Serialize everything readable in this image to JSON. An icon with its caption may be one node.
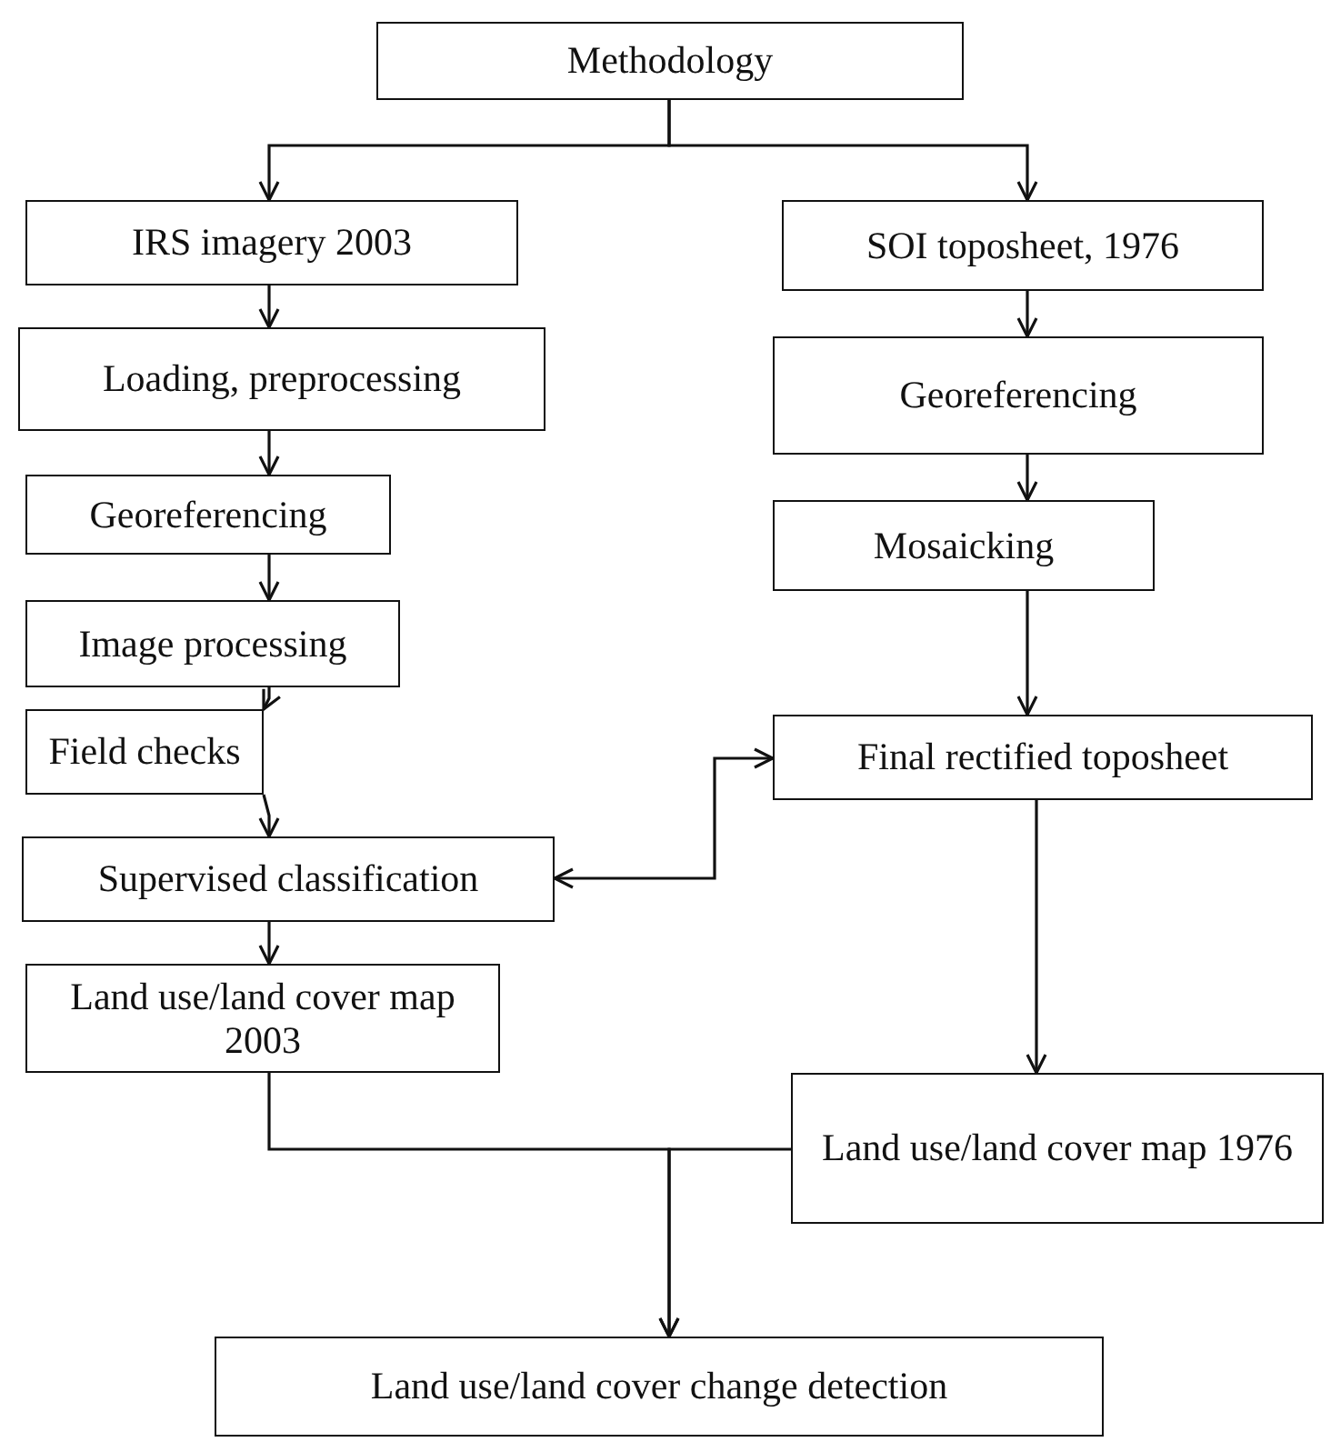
{
  "diagram": {
    "nodes": [
      {
        "text": [
          "Methodology"
        ]
      },
      {
        "text": [
          "IRS imagery 2003"
        ]
      },
      {
        "text": [
          "Loading, preprocessing"
        ]
      },
      {
        "text": [
          "Georeferencing"
        ]
      },
      {
        "text": [
          "Image processing"
        ]
      },
      {
        "text": [
          "Field checks"
        ]
      },
      {
        "text": [
          "Supervised classification"
        ]
      },
      {
        "text": [
          "Land use/land cover map 2003"
        ]
      },
      {
        "text": [
          "SOI toposheet, 1976"
        ]
      },
      {
        "text": [
          "Georeferencing"
        ]
      },
      {
        "text": [
          "Mosaicking"
        ]
      },
      {
        "text": [
          "Final rectified toposheet"
        ]
      },
      {
        "text": [
          "Land use/land cover map 1976"
        ]
      },
      {
        "text": [
          "Land use/land cover change detection"
        ]
      }
    ],
    "edges": [
      {
        "from": 0,
        "to": 1,
        "arrow": "to"
      },
      {
        "from": 0,
        "to": 8,
        "arrow": "to"
      },
      {
        "from": 1,
        "to": 2,
        "arrow": "to"
      },
      {
        "from": 2,
        "to": 3,
        "arrow": "to"
      },
      {
        "from": 3,
        "to": 4,
        "arrow": "to"
      },
      {
        "from": 4,
        "to": 5,
        "arrow": "to"
      },
      {
        "from": 5,
        "to": 6,
        "arrow": "to"
      },
      {
        "from": 6,
        "to": 7,
        "arrow": "to"
      },
      {
        "from": 8,
        "to": 9,
        "arrow": "to"
      },
      {
        "from": 9,
        "to": 10,
        "arrow": "to"
      },
      {
        "from": 10,
        "to": 11,
        "arrow": "to"
      },
      {
        "from": 11,
        "to": 6,
        "arrow": "both"
      },
      {
        "from": 11,
        "to": 12,
        "arrow": "to"
      },
      {
        "from": 7,
        "to": 13,
        "arrow": "to"
      },
      {
        "from": 12,
        "to": 13,
        "arrow": "to"
      }
    ]
  }
}
